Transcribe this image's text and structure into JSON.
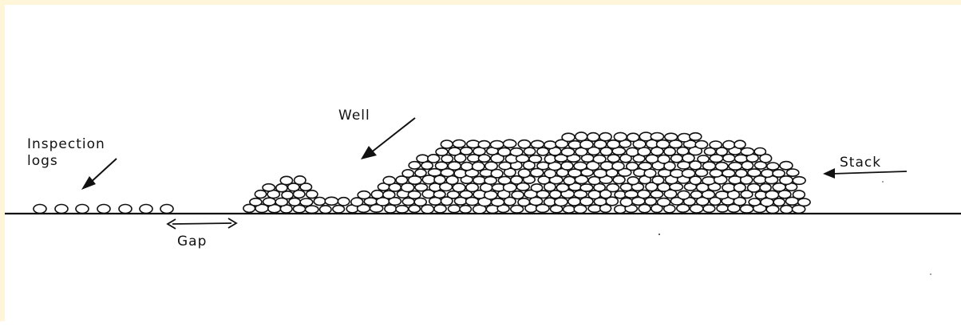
{
  "labels": {
    "inspection_line1": "Inspection",
    "inspection_line2": "logs",
    "well": "Well",
    "stack": "Stack",
    "gap": "Gap"
  },
  "colors": {
    "frame_tint": "#fff6d9",
    "ink": "#111111",
    "log_fill": "#ffffff"
  }
}
